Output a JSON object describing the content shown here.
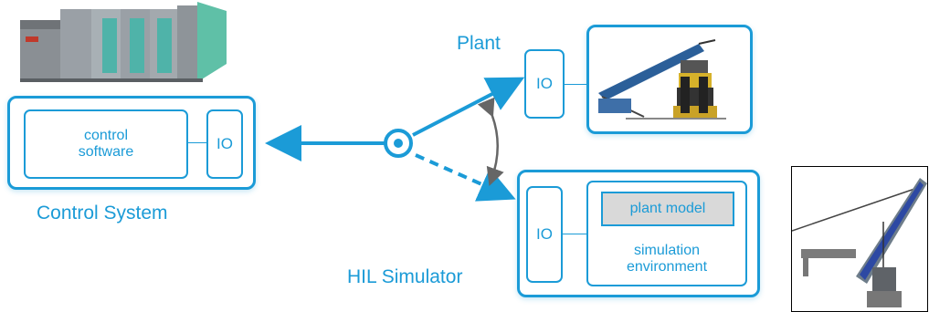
{
  "control_system": {
    "label": "Control System",
    "software_line1": "control",
    "software_line2": "software",
    "io": "IO"
  },
  "plant": {
    "label": "Plant",
    "io": "IO"
  },
  "hil": {
    "label": "HIL Simulator",
    "io": "IO",
    "plant_model": "plant model",
    "env_line1": "simulation",
    "env_line2": "environment"
  },
  "colors": {
    "accent": "#1b9bd7",
    "plant_model_fill": "#d9d9d9"
  }
}
